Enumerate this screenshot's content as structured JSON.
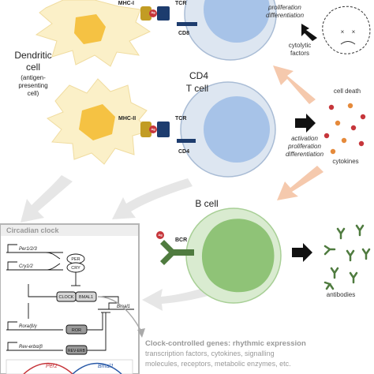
{
  "dendritic_cell": {
    "label_line1": "Dendritic",
    "label_line2": "cell",
    "label_line3": "(antigen-",
    "label_line4": "presenting",
    "label_line5": "cell)"
  },
  "cd8_cell": {
    "mhc_label": "MHC-I",
    "tcr_label": "TCR",
    "coreceptor_label": "CD8",
    "process_line1": "proliferation",
    "process_line2": "differentiation",
    "output_line1": "cytolytic",
    "output_line2": "factors",
    "death_label": "cell death"
  },
  "cd4_cell": {
    "title_line1": "CD4",
    "title_line2": "T cell",
    "mhc_label": "MHC-II",
    "tcr_label": "TCR",
    "coreceptor_label": "CD4",
    "process_line1": "activation",
    "process_line2": "proliferation",
    "process_line3": "differentiation",
    "output_label": "cytokines"
  },
  "b_cell": {
    "title": "B cell",
    "receptor_label": "BCR",
    "output_label": "antibodies"
  },
  "circadian_clock": {
    "title": "Circadian clock",
    "gene_per": "Per1/2/3",
    "gene_cry": "Cry1/2",
    "protein_per": "PER",
    "protein_cry": "CRY",
    "protein_clock": "CLOCK",
    "protein_bmal1": "BMAL1",
    "gene_bmal1": "Bmal1",
    "gene_ror": "Rora/β/γ",
    "protein_ror": "ROR",
    "gene_reverb": "Rev-erbα/β",
    "protein_reverb": "REV-ERB",
    "plot_per2": "Per2",
    "plot_bmal1": "Bmal1"
  },
  "clock_controlled": {
    "title": "Clock-controlled genes: rhythmic expression",
    "line1": "transcription factors, cytokines, signalling",
    "line2": "molecules, receptors, metabolic enzymes, etc."
  },
  "colors": {
    "dendritic_fill": "#fbf0c8",
    "dendritic_nucleus": "#f5c243",
    "tcell_fill": "#dde6f1",
    "tcell_nucleus": "#a7c3e8",
    "bcell_fill": "#d9ebd0",
    "bcell_nucleus": "#8fc377",
    "mhc": "#c29c24",
    "receptor": "#1d3c6e",
    "bcr": "#4f7b3f",
    "antigen": "#c6363b",
    "arrow_peach": "#f5c9ad",
    "gray_text": "#999999"
  }
}
